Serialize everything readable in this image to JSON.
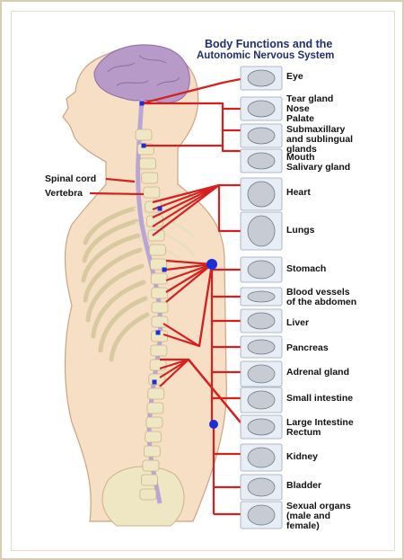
{
  "title": {
    "line1": "Body Functions and the",
    "line2": "Autonomic Nervous System"
  },
  "left_labels": {
    "spinal_cord": "Spinal cord",
    "vertebra": "Vertebra"
  },
  "organs": [
    {
      "id": "eye",
      "lines": [
        "Eye"
      ]
    },
    {
      "id": "tear-gland-nose-palate",
      "lines": [
        "Tear gland",
        "Nose",
        "Palate"
      ]
    },
    {
      "id": "submaxillary-sublingual-glands",
      "lines": [
        "Submaxillary",
        "and sublingual",
        "glands"
      ]
    },
    {
      "id": "mouth-salivary-gland",
      "lines": [
        "Mouth",
        "Salivary gland"
      ]
    },
    {
      "id": "heart",
      "lines": [
        "Heart"
      ]
    },
    {
      "id": "lungs",
      "lines": [
        "Lungs"
      ]
    },
    {
      "id": "stomach",
      "lines": [
        "Stomach"
      ]
    },
    {
      "id": "blood-vessels",
      "lines": [
        "Blood vessels",
        "of the abdomen"
      ]
    },
    {
      "id": "liver",
      "lines": [
        "Liver"
      ]
    },
    {
      "id": "pancreas",
      "lines": [
        "Pancreas"
      ]
    },
    {
      "id": "adrenal-gland",
      "lines": [
        "Adrenal gland"
      ]
    },
    {
      "id": "small-intestine",
      "lines": [
        "Small intestine"
      ]
    },
    {
      "id": "large-intestine-rectum",
      "lines": [
        "Large Intestine",
        "Rectum"
      ]
    },
    {
      "id": "kidney",
      "lines": [
        "Kidney"
      ]
    },
    {
      "id": "bladder",
      "lines": [
        "Bladder"
      ]
    },
    {
      "id": "sexual-organs",
      "lines": [
        "Sexual organs",
        "(male and",
        "female)"
      ]
    }
  ],
  "colors": {
    "nerve_line": "#d62020",
    "junction_dot": "#1b2fd8",
    "spine_node": "#1b2fd8",
    "title": "#1f2f6e",
    "skin": "#f6dfc4",
    "bone": "#efe6c4",
    "brain": "#b79ac8",
    "organ_box": "#e8eef5"
  }
}
